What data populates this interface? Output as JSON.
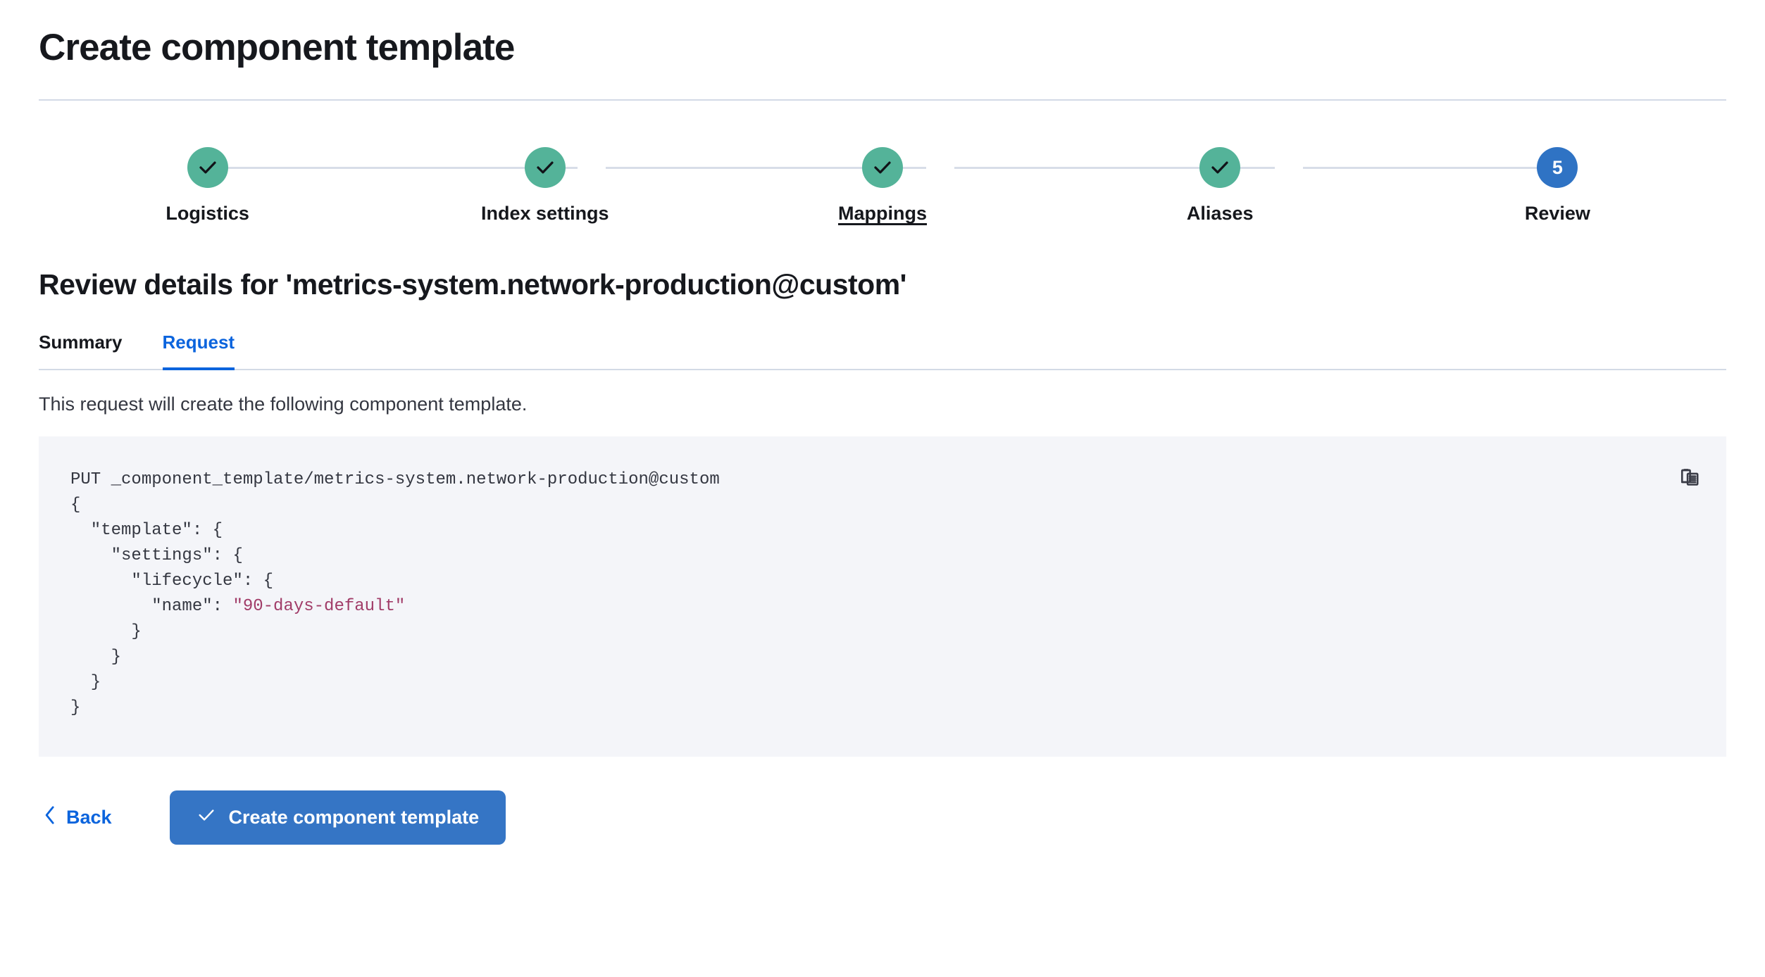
{
  "page": {
    "title": "Create component template"
  },
  "stepper": {
    "steps": [
      {
        "label": "Logistics",
        "state": "complete",
        "icon": "check-icon",
        "underlined": false
      },
      {
        "label": "Index settings",
        "state": "complete",
        "icon": "check-icon",
        "underlined": false
      },
      {
        "label": "Mappings",
        "state": "complete",
        "icon": "check-icon",
        "underlined": true
      },
      {
        "label": "Aliases",
        "state": "complete",
        "icon": "check-icon",
        "underlined": false
      },
      {
        "label": "Review",
        "state": "active",
        "number": "5",
        "underlined": false
      }
    ],
    "complete_color": "#54B399",
    "active_color": "#2F73C4",
    "connector_color": "#D8DDE8"
  },
  "review": {
    "heading": "Review details for 'metrics-system.network-production@custom'",
    "tabs": [
      {
        "label": "Summary",
        "active": false
      },
      {
        "label": "Request",
        "active": true
      }
    ],
    "active_tab_color": "#0B64DD",
    "description": "This request will create the following component template."
  },
  "code_block": {
    "background": "#F4F5F9",
    "copy_icon": "copy-icon",
    "string_color": "#A13C68",
    "lines": [
      "PUT _component_template/metrics-system.network-production@custom",
      "{",
      "  \"template\": {",
      "    \"settings\": {",
      "      \"lifecycle\": {",
      "        \"name\": ",
      "      }",
      "    }",
      "  }",
      "}"
    ],
    "method": "PUT",
    "path": "_component_template/metrics-system.network-production@custom",
    "lifecycle_name_value": "\"90-days-default\"",
    "body": {
      "template": {
        "settings": {
          "lifecycle": {
            "name": "90-days-default"
          }
        }
      }
    }
  },
  "footer": {
    "back_label": "Back",
    "back_icon": "chevron-left-icon",
    "primary_label": "Create component template",
    "primary_icon": "check-icon",
    "primary_color": "#3575C5"
  }
}
